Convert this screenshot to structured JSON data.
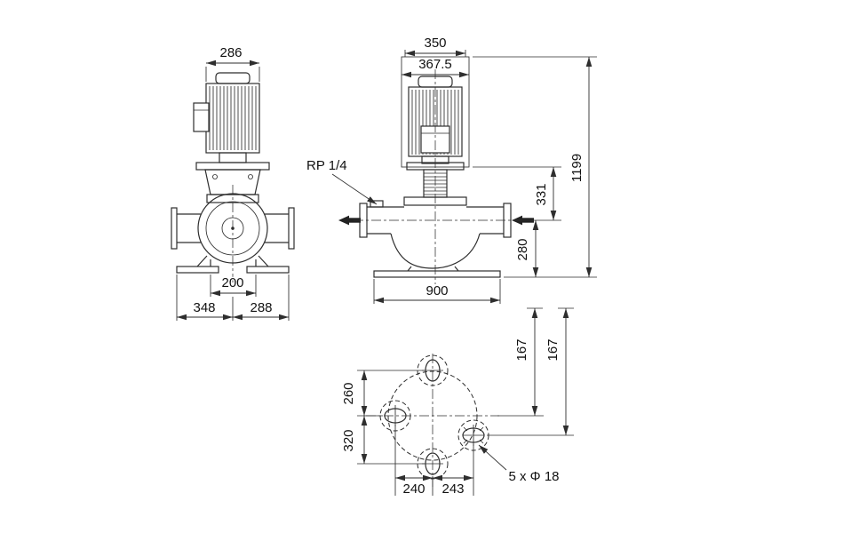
{
  "front_view": {
    "dim_motor_width": "286",
    "dim_port_spacing": "200",
    "dim_base_left": "348",
    "dim_base_right": "288"
  },
  "side_view": {
    "dim_motor_width": "350",
    "dim_envelope_width": "367.5",
    "port_thread_label": "RP 1/4",
    "dim_total_height": "1199",
    "dim_upper_section": "331",
    "dim_lower_section": "280",
    "dim_base_length": "900"
  },
  "plan_view": {
    "dim_upper_offset": "260",
    "dim_lower_offset": "320",
    "dim_offset_a": "167",
    "dim_offset_b": "167",
    "dim_left_spacing": "240",
    "dim_right_spacing": "243",
    "bolt_hole_label": "5 x Φ 18"
  }
}
